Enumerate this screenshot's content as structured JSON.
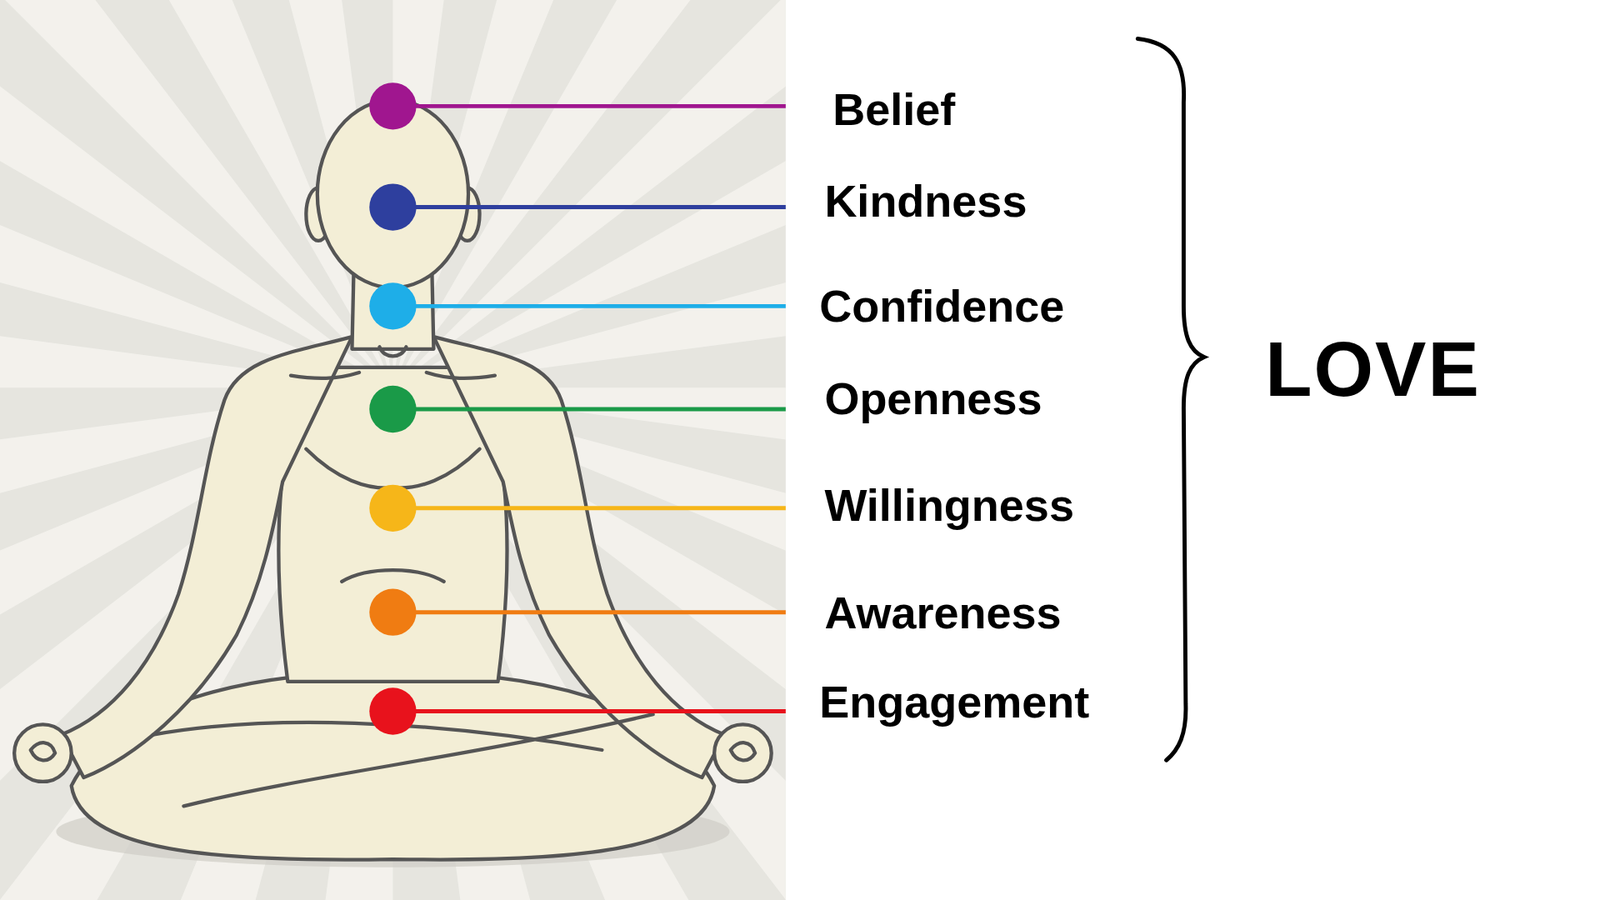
{
  "diagram": {
    "labels": [
      "Belief",
      "Kindness",
      "Confidence",
      "Openness",
      "Willingness",
      "Awareness",
      "Engagement",
      "LOVE"
    ]
  }
}
